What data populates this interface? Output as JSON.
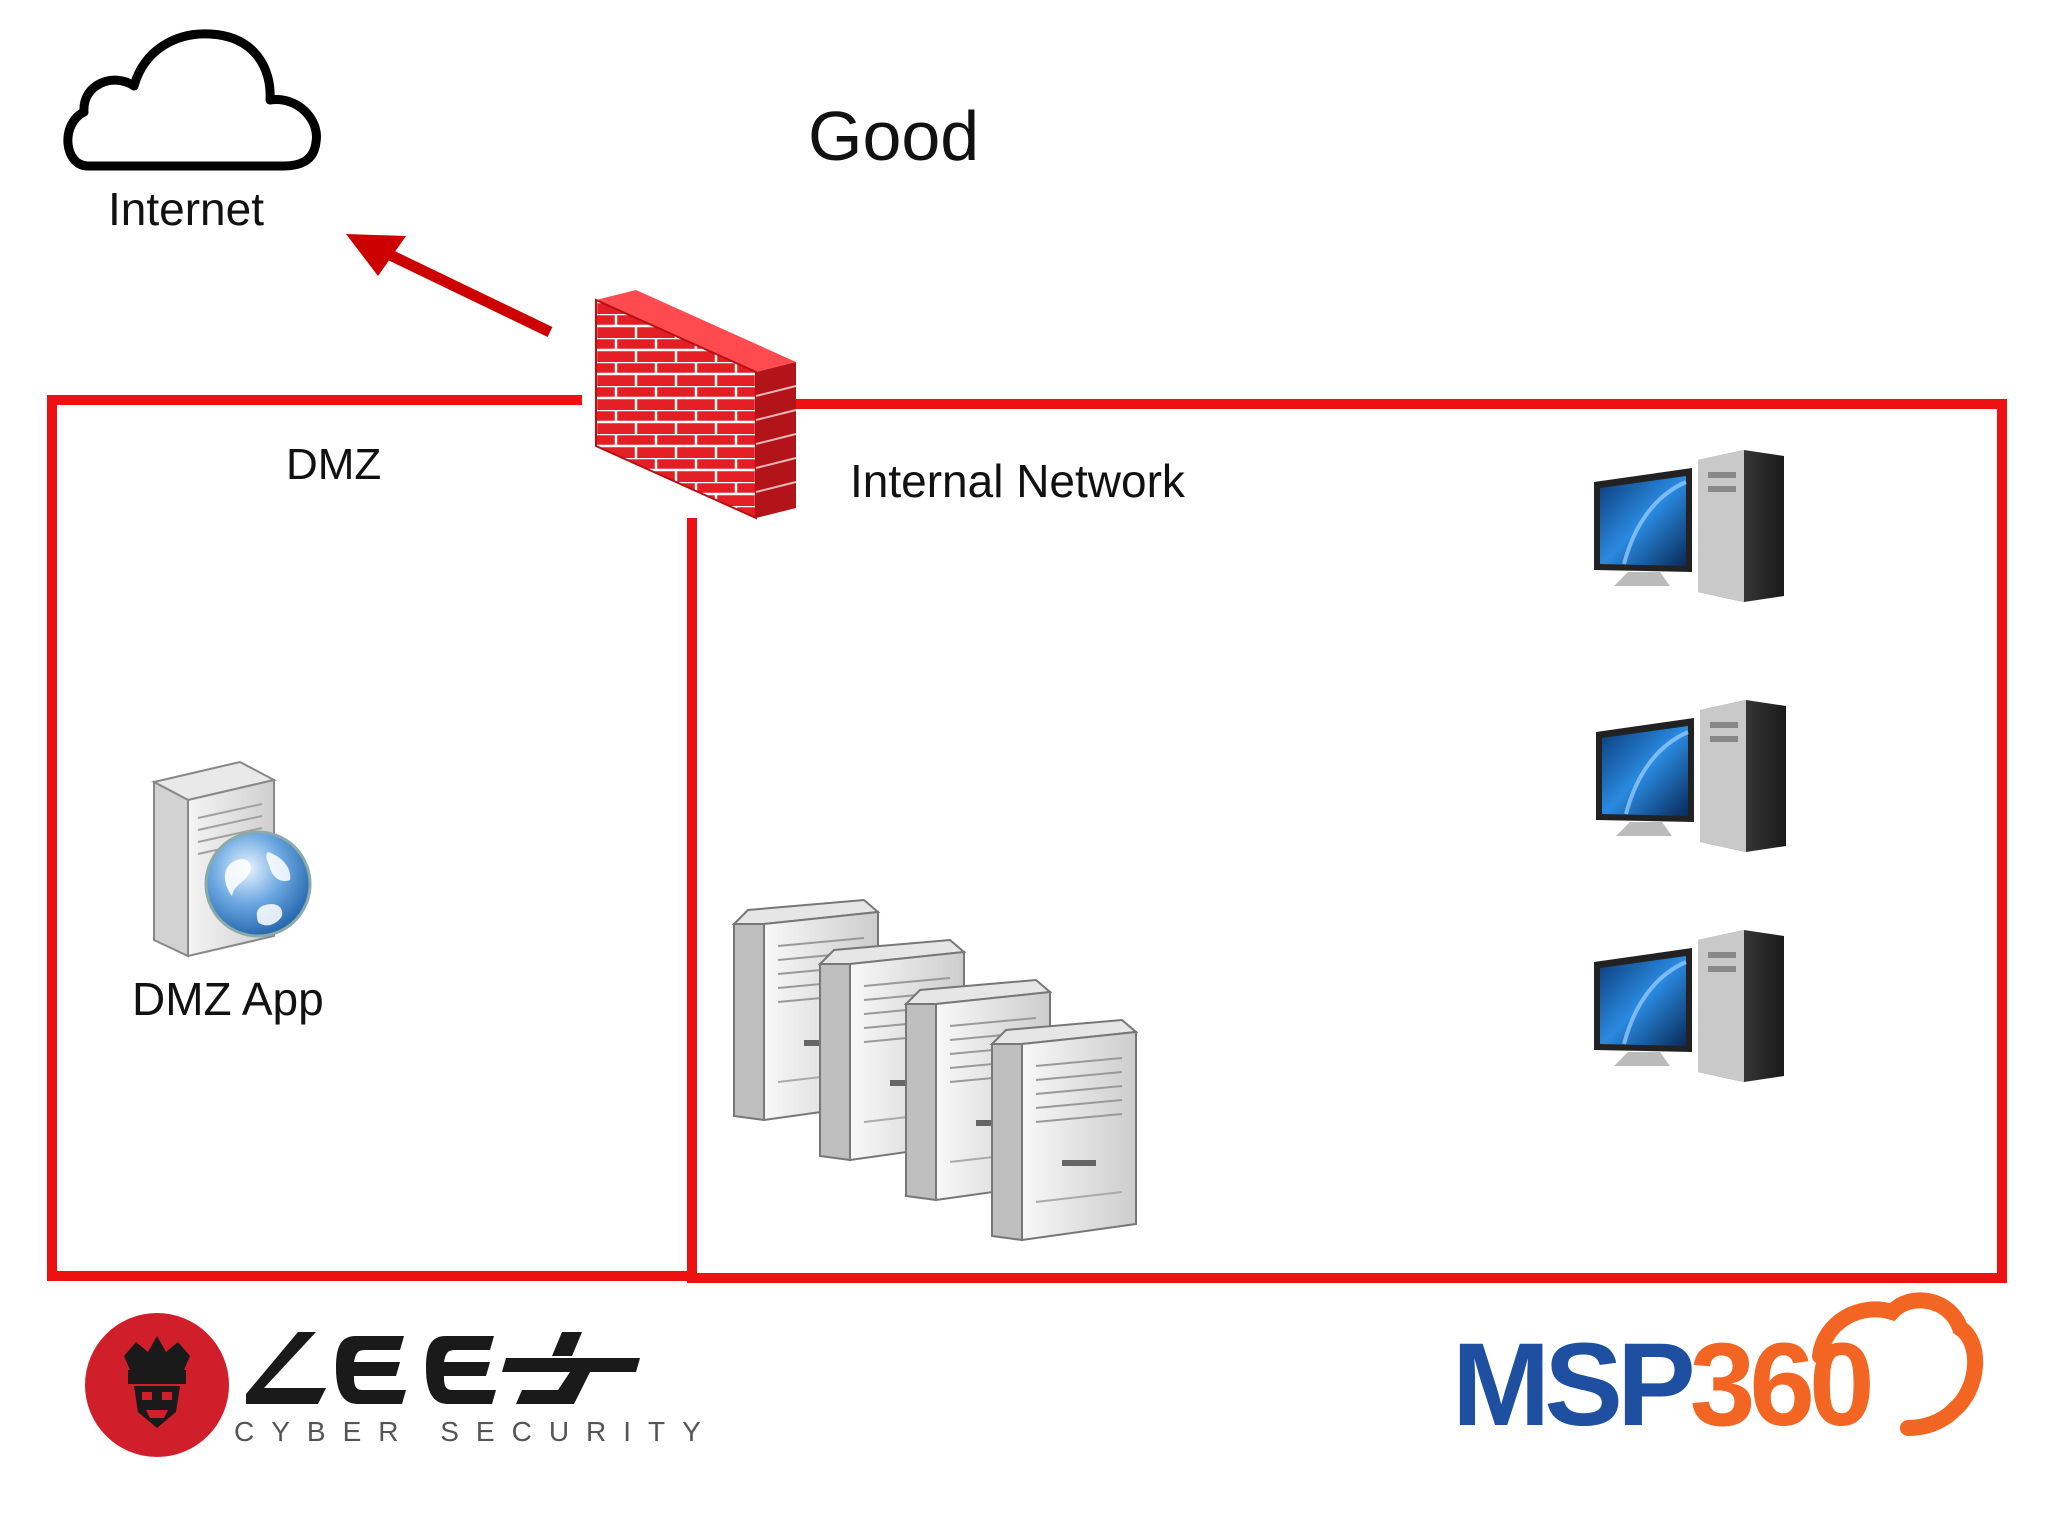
{
  "diagram": {
    "title": "Good",
    "nodes": {
      "internet": "Internet",
      "dmz": "DMZ",
      "internal_network": "Internal Network",
      "dmz_app": "DMZ App"
    }
  },
  "branding": {
    "leet_logo_text": "LEET",
    "leet_subtitle": "CYBER SECURITY",
    "msp_logo_part1": "MSP",
    "msp_logo_part2": "360"
  },
  "colors": {
    "zone_border": "#ee1111",
    "arrow": "#cc0000",
    "firewall_brick": "#e31e24",
    "msp_blue": "#1f4fa0",
    "msp_orange": "#f26522",
    "leet_red": "#d01f2a"
  }
}
